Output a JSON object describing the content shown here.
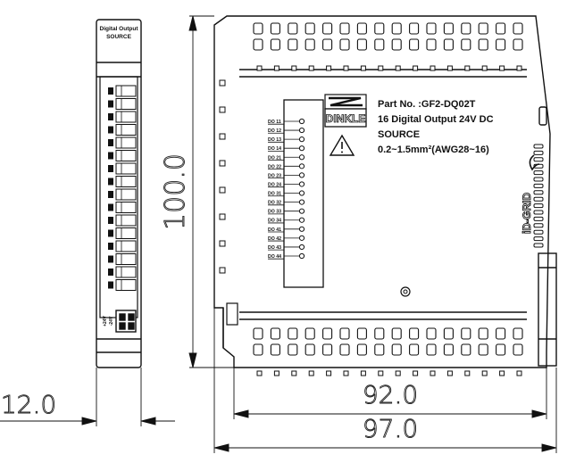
{
  "side_view": {
    "label_line1": "Digital Output",
    "label_line2": "SOURCE",
    "power_labels": [
      "+24V",
      "-24V"
    ]
  },
  "front_view": {
    "brand": "DINKLE",
    "part_no": "Part No. :GF2-DQ02T",
    "description": "16 Digital Output 24V DC",
    "mode": "SOURCE",
    "wire_range": "0.2~1.5mm²(AWG28~16)",
    "series_logo": "iD-GRID",
    "channels": [
      "DO 11",
      "DO 12",
      "DO 13",
      "DO 14",
      "DO 21",
      "DO 22",
      "DO 23",
      "DO 24",
      "DO 31",
      "DO 32",
      "DO 33",
      "DO 34",
      "DO 41",
      "DO 42",
      "DO 43",
      "DO 44"
    ]
  },
  "dimensions": {
    "height": "100.0",
    "width_side": "12.0",
    "width_body": "92.0",
    "width_total": "97.0"
  },
  "icons": [
    "warning-triangle-icon",
    "dinkle-logo-icon",
    "ground-screw-icon"
  ]
}
